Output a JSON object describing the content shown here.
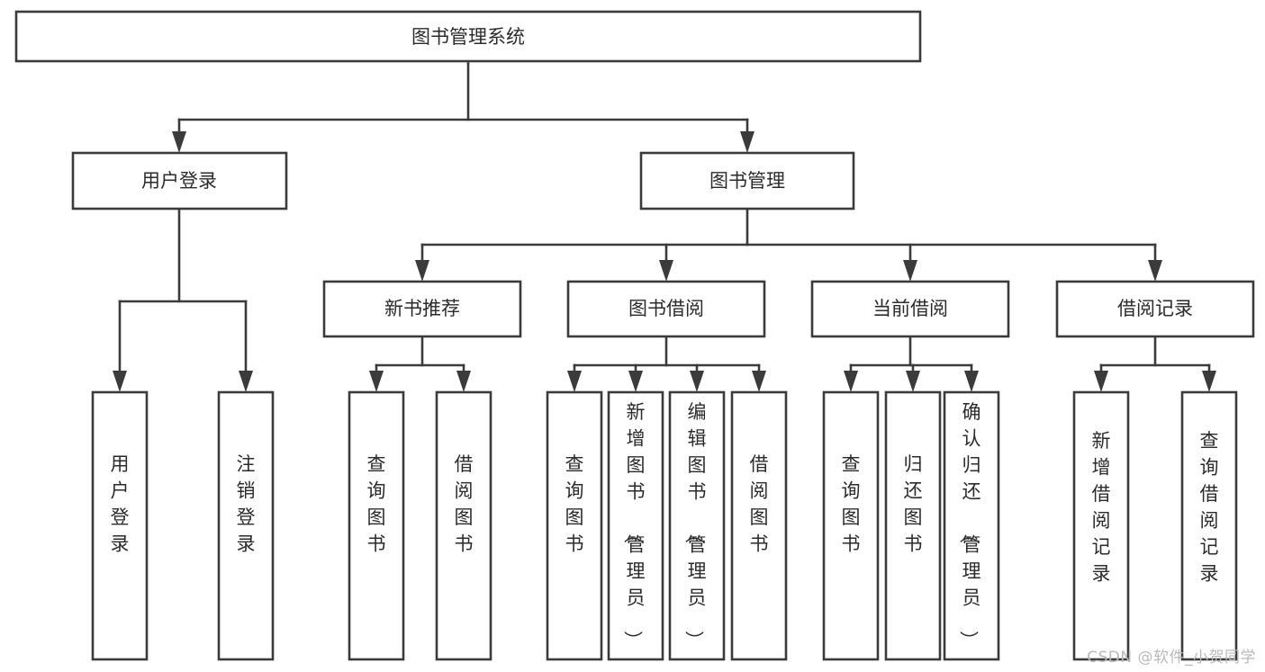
{
  "diagram": {
    "title": "图书管理系统",
    "type": "hierarchy-tree",
    "watermark": "CSDN @软件_小贺同学",
    "colors": {
      "stroke": "#3b3b3b",
      "box_fill": "#ffffff",
      "text": "#2b2b2b",
      "background": "#ffffff",
      "watermark": "#b9b9b9"
    },
    "nodes": {
      "root": {
        "label": "图书管理系统",
        "level": 0
      },
      "l1": [
        {
          "id": "user-login",
          "label": "用户登录",
          "level": 1
        },
        {
          "id": "book-management",
          "label": "图书管理",
          "level": 1
        }
      ],
      "l2": [
        {
          "id": "new-book-recommend",
          "label": "新书推荐",
          "level": 2,
          "parent": "book-management"
        },
        {
          "id": "book-borrow",
          "label": "图书借阅",
          "level": 2,
          "parent": "book-management"
        },
        {
          "id": "current-borrow",
          "label": "当前借阅",
          "level": 2,
          "parent": "book-management"
        },
        {
          "id": "borrow-record",
          "label": "借阅记录",
          "level": 2,
          "parent": "book-management"
        }
      ],
      "leaves": [
        {
          "id": "leaf-user-login",
          "label": "用户登录",
          "parent": "user-login"
        },
        {
          "id": "leaf-logout-login",
          "label": "注销登录",
          "parent": "user-login"
        },
        {
          "id": "leaf-query-book-1",
          "label": "查询图书",
          "parent": "new-book-recommend"
        },
        {
          "id": "leaf-borrow-book-1",
          "label": "借阅图书",
          "parent": "new-book-recommend"
        },
        {
          "id": "leaf-query-book-2",
          "label": "查询图书",
          "parent": "book-borrow"
        },
        {
          "id": "leaf-add-book",
          "label": "新增图书（管理员）",
          "parent": "book-borrow"
        },
        {
          "id": "leaf-edit-book",
          "label": "编辑图书（管理员）",
          "parent": "book-borrow"
        },
        {
          "id": "leaf-borrow-book-2",
          "label": "借阅图书",
          "parent": "book-borrow"
        },
        {
          "id": "leaf-query-book-3",
          "label": "查询图书",
          "parent": "current-borrow"
        },
        {
          "id": "leaf-return-book",
          "label": "归还图书",
          "parent": "current-borrow"
        },
        {
          "id": "leaf-confirm-return",
          "label": "确认归还（管理员）",
          "parent": "current-borrow"
        },
        {
          "id": "leaf-add-borrow-record",
          "label": "新增借阅记录",
          "parent": "borrow-record"
        },
        {
          "id": "leaf-query-borrow-record",
          "label": "查询借阅记录",
          "parent": "borrow-record"
        }
      ]
    }
  }
}
